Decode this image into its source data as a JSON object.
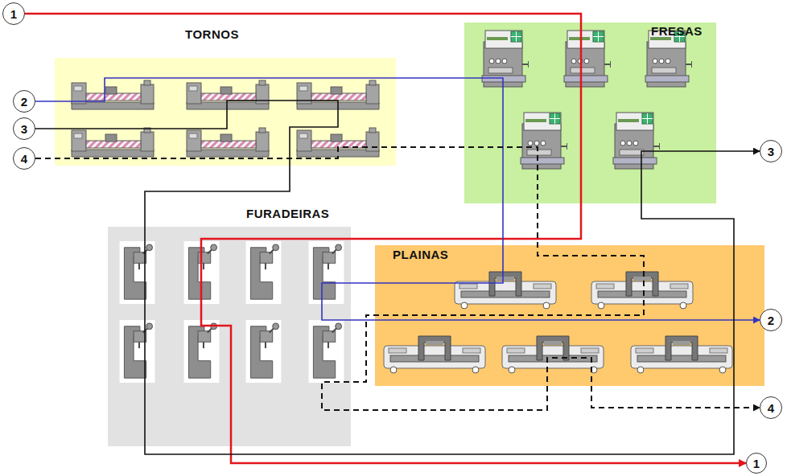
{
  "diagram": {
    "nodes": [
      {
        "text": [
          "TORNOS"
        ]
      },
      {
        "text": [
          "FRESAS"
        ]
      },
      {
        "text": [
          "FURADEIRAS"
        ]
      },
      {
        "text": [
          "PLAINAS"
        ]
      },
      {
        "text": [
          "1"
        ]
      },
      {
        "text": [
          "2"
        ]
      },
      {
        "text": [
          "3"
        ]
      },
      {
        "text": [
          "4"
        ]
      },
      {
        "text": [
          "3"
        ]
      },
      {
        "text": [
          "2"
        ]
      },
      {
        "text": [
          "4"
        ]
      },
      {
        "text": [
          "1"
        ]
      }
    ],
    "edges": [
      {
        "from": 4,
        "to": 11,
        "arrow": "to"
      },
      {
        "from": 5,
        "to": 9,
        "arrow": "to"
      },
      {
        "from": 6,
        "to": 8,
        "arrow": "to"
      },
      {
        "from": 7,
        "to": 10,
        "arrow": "to"
      }
    ]
  }
}
